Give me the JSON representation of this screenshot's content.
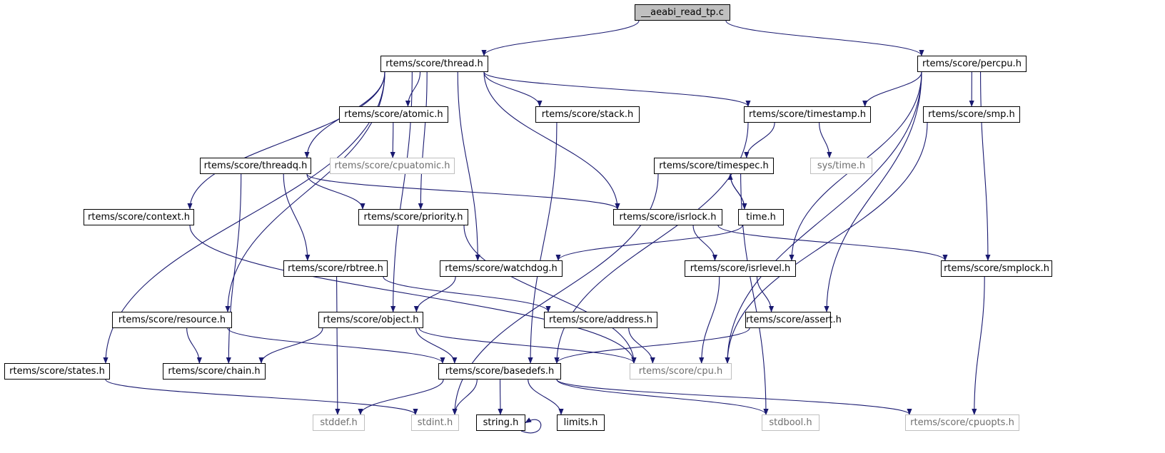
{
  "colors": {
    "edge": "#191970",
    "node_border": "#000000",
    "external_border": "#bfbfbf",
    "root_fill": "#bfbfbf"
  },
  "nodes": {
    "aeabi": {
      "label": "__aeabi_read_tp.c"
    },
    "thread": {
      "label": "rtems/score/thread.h"
    },
    "percpu": {
      "label": "rtems/score/percpu.h"
    },
    "atomic": {
      "label": "rtems/score/atomic.h"
    },
    "stack": {
      "label": "rtems/score/stack.h"
    },
    "timestamp": {
      "label": "rtems/score/timestamp.h"
    },
    "smp": {
      "label": "rtems/score/smp.h"
    },
    "cpuatomic": {
      "label": "rtems/score/cpuatomic.h"
    },
    "threadq": {
      "label": "rtems/score/threadq.h"
    },
    "timespec": {
      "label": "rtems/score/timespec.h"
    },
    "systime": {
      "label": "sys/time.h"
    },
    "context": {
      "label": "rtems/score/context.h"
    },
    "priority": {
      "label": "rtems/score/priority.h"
    },
    "isrlock": {
      "label": "rtems/score/isrlock.h"
    },
    "timeh": {
      "label": "time.h"
    },
    "rbtree": {
      "label": "rtems/score/rbtree.h"
    },
    "watchdog": {
      "label": "rtems/score/watchdog.h"
    },
    "isrlevel": {
      "label": "rtems/score/isrlevel.h"
    },
    "smplock": {
      "label": "rtems/score/smplock.h"
    },
    "resource": {
      "label": "rtems/score/resource.h"
    },
    "object": {
      "label": "rtems/score/object.h"
    },
    "address": {
      "label": "rtems/score/address.h"
    },
    "assert": {
      "label": "rtems/score/assert.h"
    },
    "states": {
      "label": "rtems/score/states.h"
    },
    "chain": {
      "label": "rtems/score/chain.h"
    },
    "basedefs": {
      "label": "rtems/score/basedefs.h"
    },
    "cpu": {
      "label": "rtems/score/cpu.h"
    },
    "stddef": {
      "label": "stddef.h"
    },
    "stdint": {
      "label": "stdint.h"
    },
    "string": {
      "label": "string.h"
    },
    "limits": {
      "label": "limits.h"
    },
    "stdbool": {
      "label": "stdbool.h"
    },
    "cpuopts": {
      "label": "rtems/score/cpuopts.h"
    }
  },
  "edges": [
    [
      "aeabi",
      "thread"
    ],
    [
      "aeabi",
      "percpu"
    ],
    [
      "thread",
      "atomic"
    ],
    [
      "thread",
      "stack"
    ],
    [
      "thread",
      "timestamp"
    ],
    [
      "thread",
      "threadq"
    ],
    [
      "thread",
      "context"
    ],
    [
      "thread",
      "priority"
    ],
    [
      "thread",
      "isrlock"
    ],
    [
      "thread",
      "watchdog"
    ],
    [
      "thread",
      "resource"
    ],
    [
      "thread",
      "object"
    ],
    [
      "thread",
      "states"
    ],
    [
      "percpu",
      "timestamp"
    ],
    [
      "percpu",
      "smp"
    ],
    [
      "percpu",
      "smplock"
    ],
    [
      "percpu",
      "isrlevel"
    ],
    [
      "percpu",
      "assert"
    ],
    [
      "percpu",
      "cpu"
    ],
    [
      "atomic",
      "cpuatomic"
    ],
    [
      "stack",
      "basedefs"
    ],
    [
      "timestamp",
      "timespec"
    ],
    [
      "timestamp",
      "systime"
    ],
    [
      "timestamp",
      "basedefs"
    ],
    [
      "smp",
      "cpu"
    ],
    [
      "threadq",
      "priority"
    ],
    [
      "threadq",
      "isrlock"
    ],
    [
      "threadq",
      "rbtree"
    ],
    [
      "threadq",
      "chain"
    ],
    [
      "timespec",
      "timeh"
    ],
    [
      "timespec",
      "stdint"
    ],
    [
      "timespec",
      "stdbool"
    ],
    [
      "timeh",
      "timespec"
    ],
    [
      "timeh",
      "watchdog"
    ],
    [
      "context",
      "cpu"
    ],
    [
      "priority",
      "cpu"
    ],
    [
      "isrlock",
      "isrlevel"
    ],
    [
      "isrlock",
      "smplock"
    ],
    [
      "rbtree",
      "address"
    ],
    [
      "rbtree",
      "stddef"
    ],
    [
      "watchdog",
      "object"
    ],
    [
      "isrlevel",
      "assert"
    ],
    [
      "isrlevel",
      "cpu"
    ],
    [
      "smplock",
      "cpuopts"
    ],
    [
      "resource",
      "chain"
    ],
    [
      "resource",
      "basedefs"
    ],
    [
      "object",
      "chain"
    ],
    [
      "object",
      "basedefs"
    ],
    [
      "object",
      "cpu"
    ],
    [
      "address",
      "cpu"
    ],
    [
      "assert",
      "basedefs"
    ],
    [
      "states",
      "stdint"
    ],
    [
      "basedefs",
      "stddef"
    ],
    [
      "basedefs",
      "stdint"
    ],
    [
      "basedefs",
      "string"
    ],
    [
      "basedefs",
      "limits"
    ],
    [
      "basedefs",
      "stdbool"
    ],
    [
      "basedefs",
      "cpuopts"
    ],
    [
      "string",
      "string"
    ]
  ]
}
